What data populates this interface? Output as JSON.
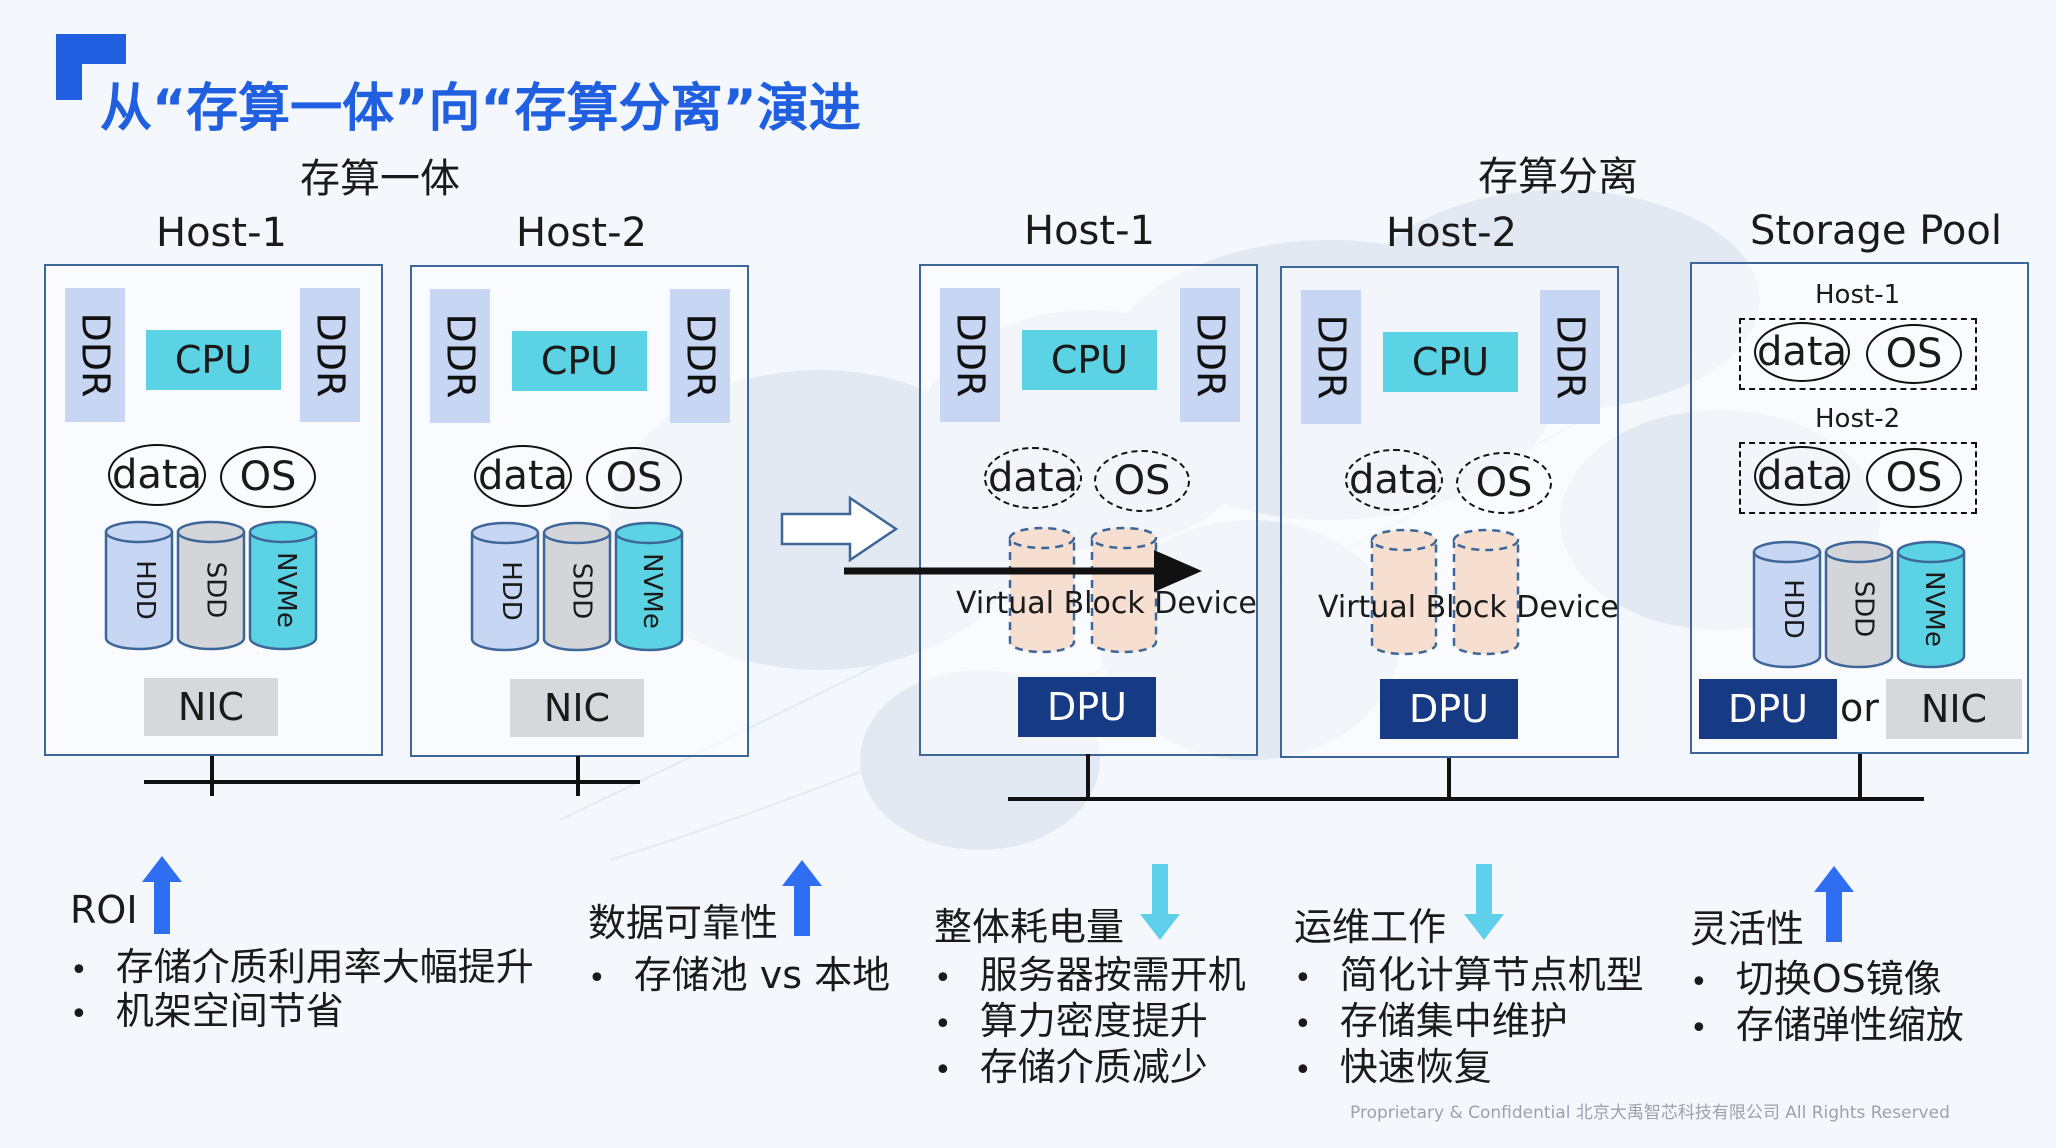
{
  "title": "从“存算一体”向“存算分离”演进",
  "colors": {
    "brand": "#1f5fe0",
    "ddr": "#c7d6f3",
    "cpu": "#5bd3e5",
    "dpu": "#173a85",
    "nic": "#d6d8db",
    "vbd": "#f6dfd0",
    "arrow_up": "#2f6ef0",
    "arrow_down": "#5fd0ec"
  },
  "left": {
    "section_title": "存算一体",
    "host1": {
      "title": "Host-1",
      "ddr": "DDR",
      "cpu": "CPU",
      "data": "data",
      "os": "OS",
      "hdd": "HDD",
      "sdd": "SDD",
      "nvme": "NVMe",
      "nic": "NIC"
    },
    "host2": {
      "title": "Host-2",
      "ddr": "DDR",
      "cpu": "CPU",
      "data": "data",
      "os": "OS",
      "hdd": "HDD",
      "sdd": "SDD",
      "nvme": "NVMe",
      "nic": "NIC"
    }
  },
  "right": {
    "section_title": "存算分离",
    "host1": {
      "title": "Host-1",
      "ddr": "DDR",
      "cpu": "CPU",
      "data": "data",
      "os": "OS",
      "vbd": "Virtual Block Device",
      "dpu": "DPU"
    },
    "host2": {
      "title": "Host-2",
      "ddr": "DDR",
      "cpu": "CPU",
      "data": "data",
      "os": "OS",
      "vbd": "Virtual Block Device",
      "dpu": "DPU"
    },
    "pool": {
      "title": "Storage Pool",
      "sub1": "Host-1",
      "sub2": "Host-2",
      "data": "data",
      "os": "OS",
      "hdd": "HDD",
      "sdd": "SDD",
      "nvme": "NVMe",
      "dpu": "DPU",
      "or": "or",
      "nic": "NIC"
    }
  },
  "bullets": [
    {
      "heading": "ROI",
      "direction": "up",
      "items": [
        "存储介质利用率大幅提升",
        "机架空间节省"
      ]
    },
    {
      "heading": "数据可靠性",
      "direction": "up",
      "items": [
        "存储池 vs 本地"
      ]
    },
    {
      "heading": "整体耗电量",
      "direction": "down",
      "items": [
        "服务器按需开机",
        "算力密度提升",
        "存储介质减少"
      ]
    },
    {
      "heading": "运维工作",
      "direction": "down",
      "items": [
        "简化计算节点机型",
        "存储集中维护",
        "快速恢复"
      ]
    },
    {
      "heading": "灵活性",
      "direction": "up",
      "items": [
        "切换OS镜像",
        "存储弹性缩放"
      ]
    }
  ],
  "bullet_char": "•",
  "footer": "Proprietary & Confidential 北京大禹智芯科技有限公司 All Rights Reserved"
}
